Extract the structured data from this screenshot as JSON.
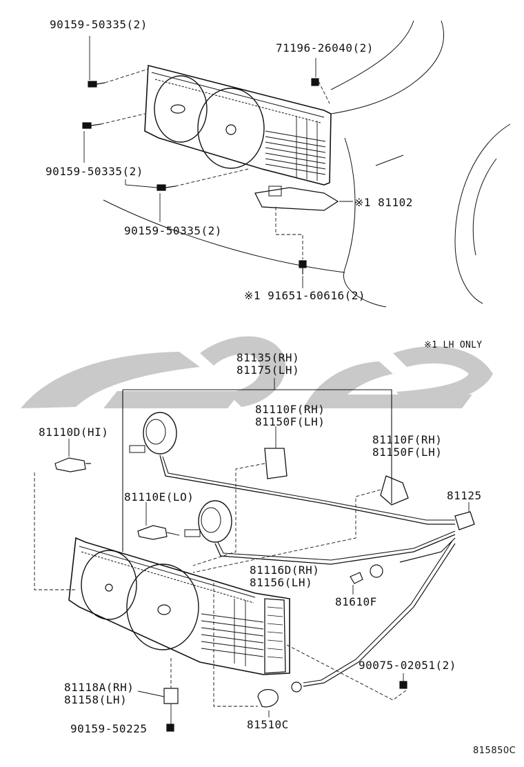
{
  "callouts": {
    "bolt_top_a": "90159-50335(2)",
    "clip_top": "71196-26040(2)",
    "bolt_mid": "90159-50335(2)",
    "bolt_low": "90159-50335(2)",
    "bracket_lh": "※1 81102",
    "screw_lh": "※1 91651-60616(2)",
    "note_lh_only": "※1  LH  ONLY",
    "lamp_assy_rh": "81135(RH)",
    "lamp_assy_lh": "81175(LH)",
    "socket_a_rh": "81110F(RH)",
    "socket_a_lh": "81150F(LH)",
    "socket_b_rh": "81110F(RH)",
    "socket_b_lh": "81150F(LH)",
    "bulb_hi": "81110D(HI)",
    "bulb_lo": "81110E(LO)",
    "wire": "81125",
    "lens_rh": "81116D(RH)",
    "lens_lh": "81156(LH)",
    "bulb_small": "81610F",
    "screw_lower": "90075-02051(2)",
    "bracket_rh": "81118A(RH)",
    "bracket_lh2": "81158(LH)",
    "bolt_bottom": "90159-50225",
    "bulb_turn": "81510C",
    "diagram_code": "815850C"
  },
  "colors": {
    "ink": "#111111",
    "watermark": "#c9c9c9"
  }
}
